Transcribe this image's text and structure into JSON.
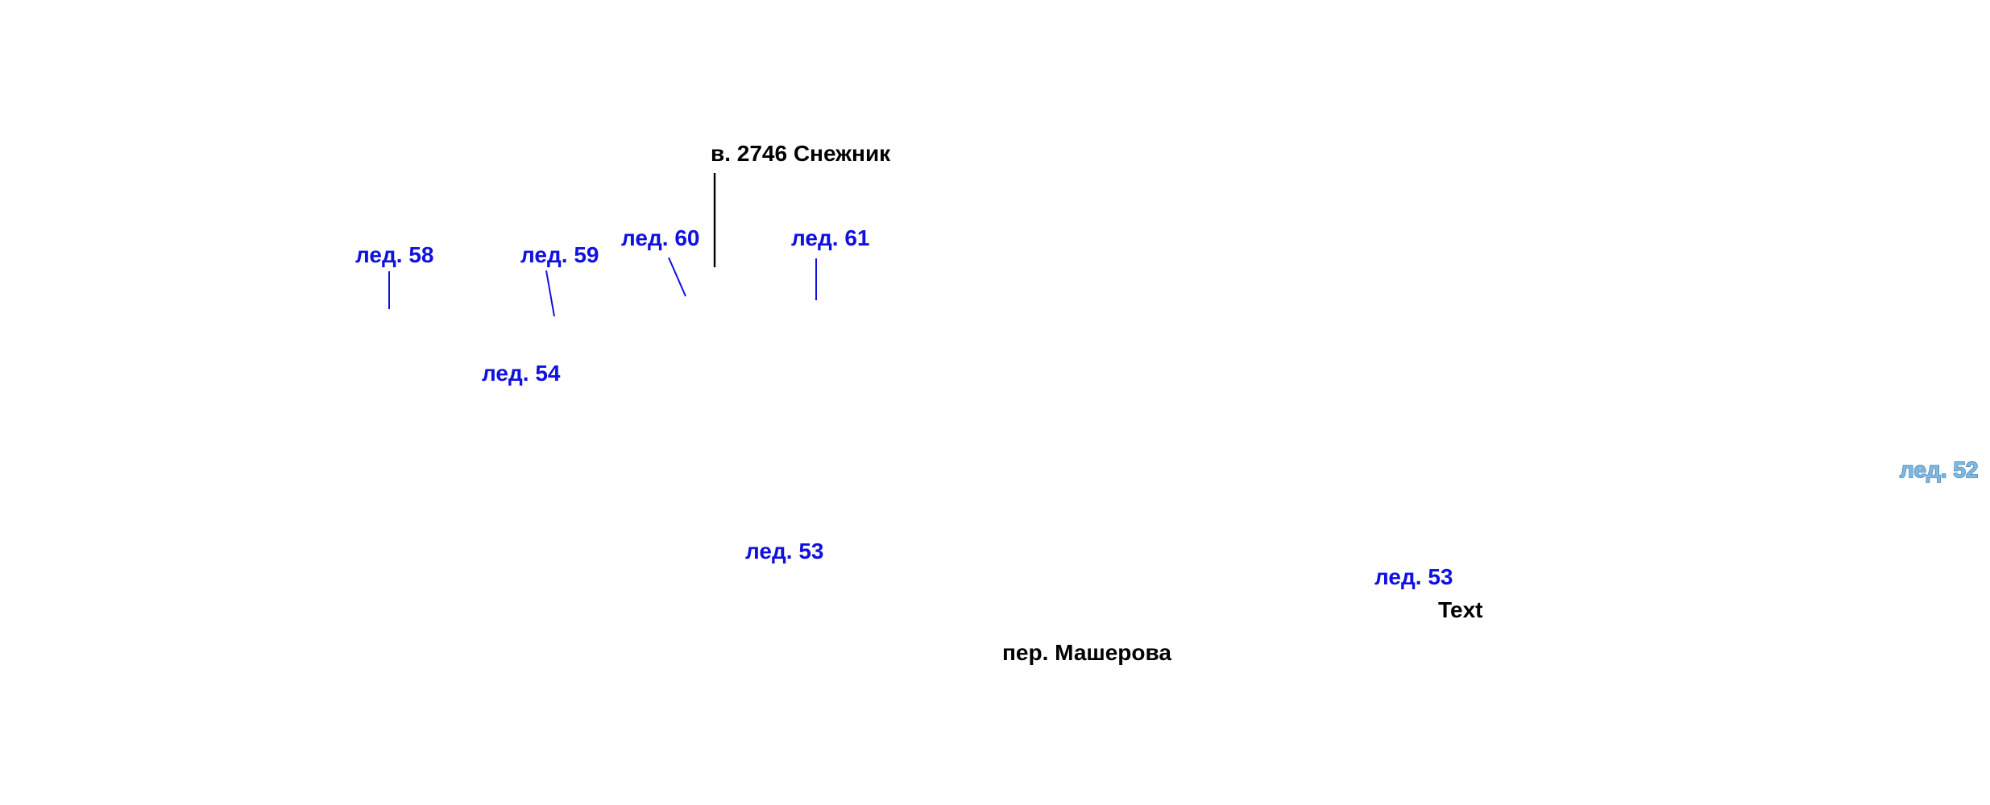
{
  "labels": {
    "summit": "в. 2746 Снежник",
    "glacier_58": "лед. 58",
    "glacier_59": "лед. 59",
    "glacier_60": "лед. 60",
    "glacier_61": "лед. 61",
    "glacier_54": "лед. 54",
    "glacier_53_left": "лед. 53",
    "glacier_53_right": "лед. 53",
    "glacier_52": "лед. 52",
    "text_placeholder": "Text",
    "pass": "пер. Машерова"
  },
  "colors": {
    "glacier_label": "#1010e0",
    "summit_label": "#000000",
    "faded_label": "#7fb8e0",
    "background": "#ffffff"
  }
}
